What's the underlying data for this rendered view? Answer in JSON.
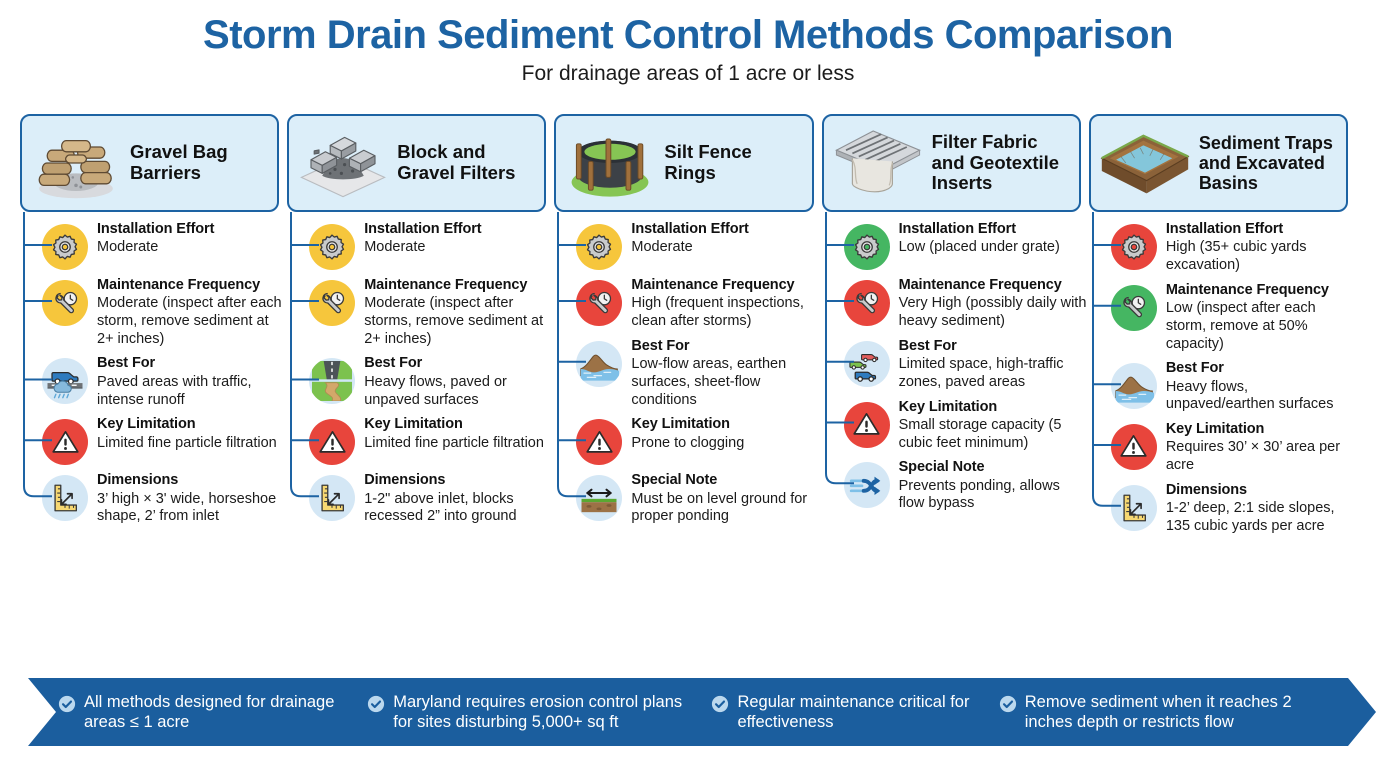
{
  "header": {
    "title": "Storm Drain Sediment Control Methods Comparison",
    "subtitle": "For drainage areas of 1 acre or less",
    "title_color": "#1D63A3"
  },
  "colors": {
    "brand_blue": "#1D63A3",
    "card_bg": "#DCEEF9",
    "ribbon_blue": "#1B5E9E",
    "amber": "#F6C63C",
    "red": "#E8453C",
    "green": "#45B662",
    "light_blue": "#D4E7F5"
  },
  "columns": [
    {
      "title": "Gravel Bag Barriers",
      "illustration": "gravel-bag-barrier-illustration",
      "rows": [
        {
          "icon": "gear-icon",
          "icon_color": "amber",
          "label": "Installation Effort",
          "value": "Moderate"
        },
        {
          "icon": "wrench-clock-icon",
          "icon_color": "amber",
          "label": "Maintenance Frequency",
          "value": "Moderate (inspect after each storm, remove sediment at 2+ inches)"
        },
        {
          "icon": "car-road-rain-icon",
          "icon_color": "light_blue",
          "label": "Best For",
          "value": "Paved areas with traffic, intense runoff"
        },
        {
          "icon": "warning-triangle-icon",
          "icon_color": "red",
          "label": "Key Limitation",
          "value": "Limited fine particle filtration"
        },
        {
          "icon": "ruler-measure-icon",
          "icon_color": "light_blue",
          "label": "Dimensions",
          "value": "3’ high × 3' wide, horseshoe shape, 2’ from inlet"
        }
      ]
    },
    {
      "title": "Block and Gravel Filters",
      "illustration": "block-and-gravel-filter-illustration",
      "rows": [
        {
          "icon": "gear-icon",
          "icon_color": "amber",
          "label": "Installation Effort",
          "value": "Moderate"
        },
        {
          "icon": "wrench-clock-icon",
          "icon_color": "amber",
          "label": "Maintenance Frequency",
          "value": "Moderate (inspect after storms, remove sediment at 2+ inches)"
        },
        {
          "icon": "road-and-stream-icon",
          "icon_color": "light_blue",
          "label": "Best For",
          "value": "Heavy flows, paved or unpaved surfaces"
        },
        {
          "icon": "warning-triangle-icon",
          "icon_color": "red",
          "label": "Key Limitation",
          "value": "Limited fine particle filtration"
        },
        {
          "icon": "ruler-measure-icon",
          "icon_color": "light_blue",
          "label": "Dimensions",
          "value": "1-2\" above inlet, blocks recessed 2” into ground"
        }
      ]
    },
    {
      "title": "Silt Fence Rings",
      "illustration": "silt-fence-ring-illustration",
      "rows": [
        {
          "icon": "gear-icon",
          "icon_color": "amber",
          "label": "Installation Effort",
          "value": "Moderate"
        },
        {
          "icon": "wrench-clock-icon",
          "icon_color": "red",
          "label": "Maintenance Frequency",
          "value": "High (frequent inspections, clean after storms)"
        },
        {
          "icon": "earthen-mound-water-icon",
          "icon_color": "light_blue",
          "label": "Best For",
          "value": "Low-flow areas, earthen surfaces, sheet-flow conditions"
        },
        {
          "icon": "warning-triangle-icon",
          "icon_color": "red",
          "label": "Key Limitation",
          "value": "Prone to clogging"
        },
        {
          "icon": "level-ground-arrow-icon",
          "icon_color": "light_blue",
          "label": "Special Note",
          "value": "Must be on level ground for proper ponding"
        }
      ]
    },
    {
      "title": "Filter Fabric and Geotextile Inserts",
      "illustration": "storm-drain-inlet-grate-illustration",
      "rows": [
        {
          "icon": "gear-icon",
          "icon_color": "green",
          "label": "Installation Effort",
          "value": "Low (placed under grate)"
        },
        {
          "icon": "wrench-clock-icon",
          "icon_color": "red",
          "label": "Maintenance Frequency",
          "value": "Very High (possibly daily with heavy sediment)"
        },
        {
          "icon": "multiple-cars-icon",
          "icon_color": "light_blue",
          "label": "Best For",
          "value": "Limited space, high-traffic zones, paved areas"
        },
        {
          "icon": "warning-triangle-icon",
          "icon_color": "red",
          "label": "Key Limitation",
          "value": "Small storage capacity (5 cubic feet minimum)"
        },
        {
          "icon": "flow-bypass-arrow-icon",
          "icon_color": "light_blue",
          "label": "Special Note",
          "value": "Prevents ponding, allows flow bypass"
        }
      ]
    },
    {
      "title": "Sediment Traps and Excavated Basins",
      "illustration": "excavated-basin-illustration",
      "rows": [
        {
          "icon": "gear-icon",
          "icon_color": "red",
          "label": "Installation Effort",
          "value": "High (35+ cubic yards excavation)"
        },
        {
          "icon": "wrench-clock-icon",
          "icon_color": "green",
          "label": "Maintenance Frequency",
          "value": "Low (inspect after each storm, remove at 50% capacity)"
        },
        {
          "icon": "earthen-mound-water-icon",
          "icon_color": "light_blue",
          "label": "Best For",
          "value": "Heavy flows, unpaved/earthen surfaces"
        },
        {
          "icon": "warning-triangle-icon",
          "icon_color": "red",
          "label": "Key Limitation",
          "value": "Requires 30’ × 30’ area per acre"
        },
        {
          "icon": "ruler-measure-icon",
          "icon_color": "light_blue",
          "label": "Dimensions",
          "value": "1-2’ deep, 2:1 side slopes, 135 cubic yards per acre"
        }
      ]
    }
  ],
  "footer": {
    "items": [
      {
        "icon": "check-circle-icon",
        "text": "All methods designed for drainage areas ≤ 1 acre"
      },
      {
        "icon": "check-circle-icon",
        "text": "Maryland requires erosion control plans for sites disturbing 5,000+ sq ft"
      },
      {
        "icon": "check-circle-icon",
        "text": "Regular maintenance critical for effectiveness"
      },
      {
        "icon": "check-circle-icon",
        "text": "Remove sediment when it reaches 2 inches depth or restricts flow"
      }
    ]
  }
}
